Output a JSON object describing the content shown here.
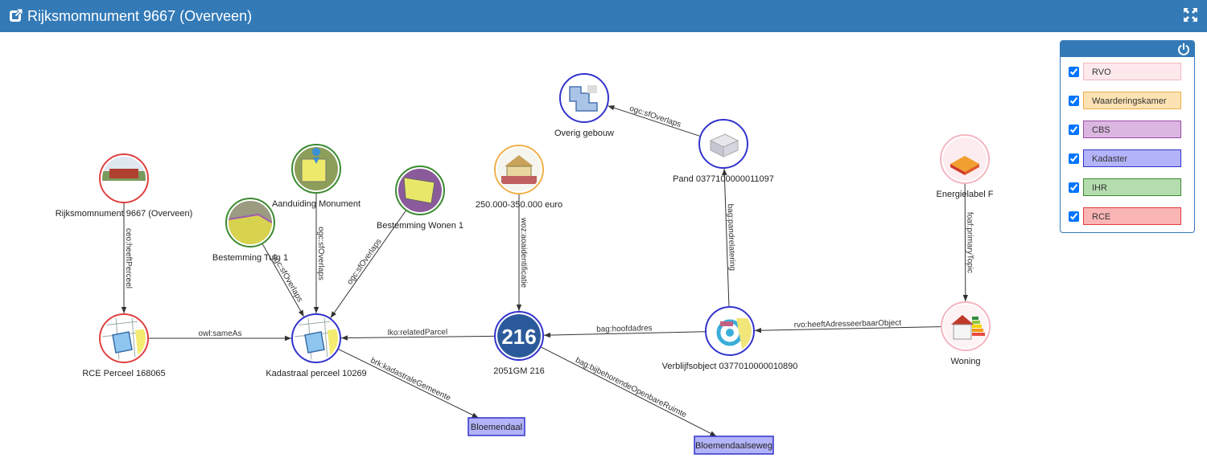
{
  "header": {
    "title": "Rijksmomnument 9667 (Overveen)"
  },
  "legend": {
    "items": [
      {
        "label": "RVO",
        "fill": "#fde9ec",
        "border": "#f4b6c0",
        "checked": true
      },
      {
        "label": "Waarderingskamer",
        "fill": "#fde3b3",
        "border": "#f0b04a",
        "checked": true
      },
      {
        "label": "CBS",
        "fill": "#dab6e0",
        "border": "#9c4aa8",
        "checked": true
      },
      {
        "label": "Kadaster",
        "fill": "#b3b3f9",
        "border": "#3333cc",
        "checked": true
      },
      {
        "label": "IHR",
        "fill": "#b4dcae",
        "border": "#3b8a30",
        "checked": true
      },
      {
        "label": "RCE",
        "fill": "#fab5b5",
        "border": "#e04040",
        "checked": true
      }
    ]
  },
  "graph": {
    "nodes": [
      {
        "id": "rm",
        "label": "Rijksmomnument 9667 (Overveen)",
        "cat": "RCE",
        "img": "photo"
      },
      {
        "id": "aan",
        "label": "Aanduiding Monument",
        "cat": "IHR",
        "img": "map-pin"
      },
      {
        "id": "tuin",
        "label": "Bestemming Tuin 1",
        "cat": "IHR",
        "img": "map"
      },
      {
        "id": "wonen",
        "label": "Bestemming Wonen 1",
        "cat": "IHR",
        "img": "map-purple"
      },
      {
        "id": "euro",
        "label": "250.000-350.000 euro",
        "cat": "Waarderingskamer",
        "img": "house-money"
      },
      {
        "id": "overig",
        "label": "Overig gebouw",
        "cat": "Kadaster",
        "img": "building"
      },
      {
        "id": "pand",
        "label": "Pand 0377100000011097",
        "cat": "Kadaster",
        "img": "building-iso"
      },
      {
        "id": "energie",
        "label": "Energielabel F",
        "cat": "RVO",
        "img": "energy"
      },
      {
        "id": "rcep",
        "label": "RCE Perceel 168065",
        "cat": "RCE",
        "img": "parcel"
      },
      {
        "id": "kad",
        "label": "Kadastraal perceel 10269",
        "cat": "Kadaster",
        "img": "parcel"
      },
      {
        "id": "adres",
        "label": "2051GM 216",
        "cat": "Kadaster",
        "img": "number",
        "text": "216"
      },
      {
        "id": "vbo",
        "label": "Verblijfsobject 0377010000010890",
        "cat": "Kadaster",
        "img": "vbo"
      },
      {
        "id": "woning",
        "label": "Woning",
        "cat": "RVO",
        "img": "house-label"
      },
      {
        "id": "bloem",
        "label": "Bloemendaal",
        "cat": "Kadaster",
        "shape": "box"
      },
      {
        "id": "bloemweg",
        "label": "Bloemendaalseweg",
        "cat": "Kadaster",
        "shape": "box"
      }
    ],
    "edges": [
      {
        "from": "rm",
        "to": "rcep",
        "label": "ceo:heeftPerceel"
      },
      {
        "from": "rcep",
        "to": "kad",
        "label": "owl:sameAs"
      },
      {
        "from": "tuin",
        "to": "kad",
        "label": "ogc:sfOverlaps"
      },
      {
        "from": "aan",
        "to": "kad",
        "label": "ogc:sfOverlaps"
      },
      {
        "from": "wonen",
        "to": "kad",
        "label": "ogc:sfOverlaps"
      },
      {
        "from": "adres",
        "to": "kad",
        "label": "lko:relatedParcel"
      },
      {
        "from": "euro",
        "to": "adres",
        "label": "woz:aoaidentificatie"
      },
      {
        "from": "vbo",
        "to": "adres",
        "label": "bag:hoofdadres"
      },
      {
        "from": "pand",
        "to": "overig",
        "label": "ogc:sfOverlaps"
      },
      {
        "from": "vbo",
        "to": "pand",
        "label": "bag:pandrelatering"
      },
      {
        "from": "woning",
        "to": "vbo",
        "label": "rvo:heeftAdresseerbaarObject"
      },
      {
        "from": "energie",
        "to": "woning",
        "label": "foaf:primaryTopic"
      },
      {
        "from": "kad",
        "to": "bloem",
        "label": "brk:kadastraleGemeente"
      },
      {
        "from": "adres",
        "to": "bloemweg",
        "label": "bag:bijbehorendeOpenbareRuimte"
      }
    ]
  }
}
